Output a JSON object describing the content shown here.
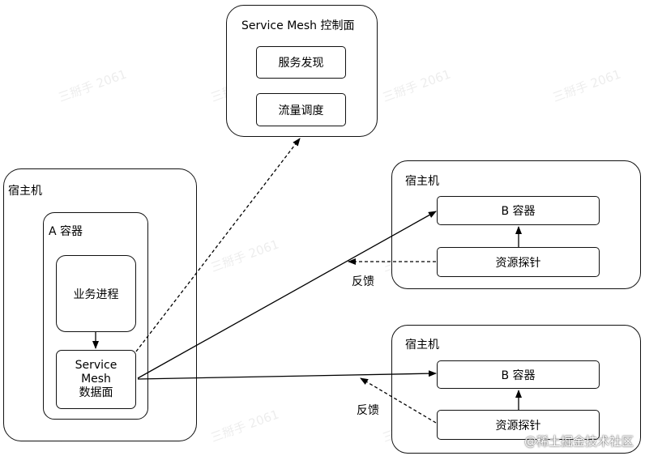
{
  "control_plane": {
    "title": "Service Mesh 控制面",
    "service_discovery": "服务发现",
    "traffic_scheduling": "流量调度"
  },
  "host_a": {
    "title": "宿主机",
    "container_title": "A 容器",
    "business_process": "业务进程",
    "data_plane_line1": "Service",
    "data_plane_line2": "Mesh",
    "data_plane_line3": "数据面"
  },
  "host_b1": {
    "title": "宿主机",
    "container": "B 容器",
    "probe": "资源探针",
    "feedback": "反馈"
  },
  "host_b2": {
    "title": "宿主机",
    "container": "B 容器",
    "probe": "资源探针",
    "feedback": "反馈"
  },
  "watermark": "三掰手 2061",
  "footer": "@稀土掘金技术社区"
}
